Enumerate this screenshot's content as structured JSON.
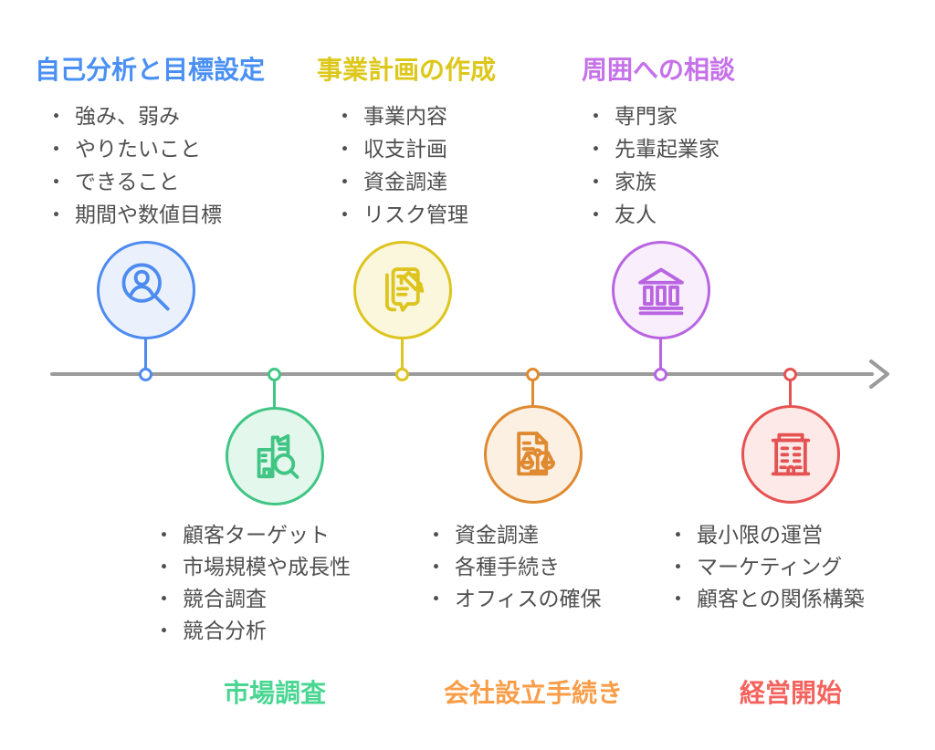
{
  "bullet_char": "・",
  "timeline": {
    "color": "#9b9b9b",
    "arrow": "right-arrowhead"
  },
  "steps": [
    {
      "name": "self-analysis",
      "label": "自己分析と目標設定",
      "side": "above",
      "icon": "person-search-icon",
      "color": "#4d8bf0",
      "title_color": "#4a90f4",
      "fill": "#eaf1fd",
      "items": [
        "強み、弱み",
        "やりたいこと",
        "できること",
        "期間や数値目標"
      ]
    },
    {
      "name": "market-research",
      "label": "市場調査",
      "side": "below",
      "icon": "building-search-icon",
      "color": "#40c584",
      "title_color": "#4ad692",
      "fill": "#e3f7ec",
      "items": [
        "顧客ターゲット",
        "市場規模や成長性",
        "競合調査",
        "競合分析"
      ]
    },
    {
      "name": "business-plan",
      "label": "事業計画の作成",
      "side": "above",
      "icon": "document-edit-icon",
      "color": "#ddc41f",
      "title_color": "#ddc71b",
      "fill": "#fbf7dd",
      "items": [
        "事業内容",
        "収支計画",
        "資金調達",
        "リスク管理"
      ]
    },
    {
      "name": "incorporation",
      "label": "会社設立手続き",
      "side": "below",
      "icon": "document-scales-icon",
      "color": "#df8a30",
      "title_color": "#f99d48",
      "fill": "#fcf0e3",
      "items": [
        "資金調達",
        "各種手続き",
        "オフィスの確保"
      ]
    },
    {
      "name": "consultation",
      "label": "周囲への相談",
      "side": "above",
      "icon": "bank-icon",
      "color": "#b965e2",
      "title_color": "#c671ea",
      "fill": "#f8eefc",
      "items": [
        "専門家",
        "先輩起業家",
        "家族",
        "友人"
      ]
    },
    {
      "name": "start-business",
      "label": "経営開始",
      "side": "below",
      "icon": "office-building-icon",
      "color": "#e45352",
      "title_color": "#f4635e",
      "fill": "#fdeae8",
      "items": [
        "最小限の運営",
        "マーケティング",
        "顧客との関係構築"
      ]
    }
  ]
}
